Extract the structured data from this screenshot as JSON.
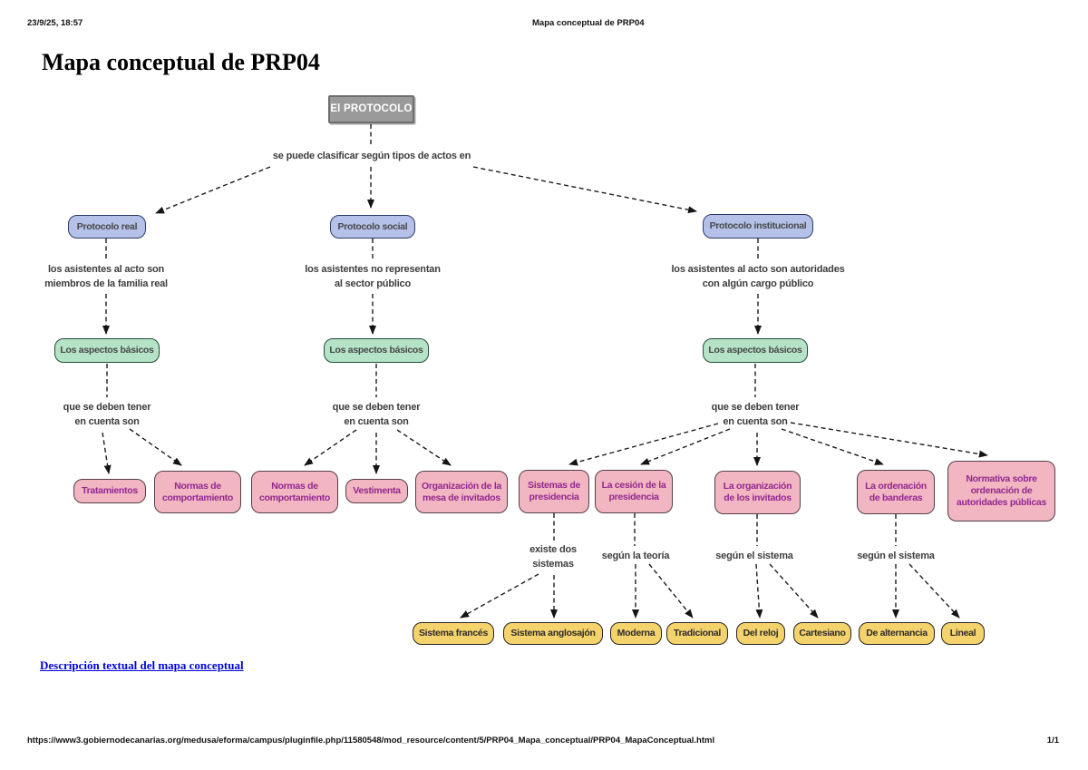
{
  "page": {
    "header": {
      "datetime": "23/9/25, 18:57",
      "title": "Mapa conceptual de PRP04"
    },
    "title": "Mapa conceptual de PRP04",
    "link_label": "Descripción textual del mapa conceptual",
    "footer": {
      "url": "https://www3.gobiernodecanarias.org/medusa/eforma/campus/pluginfile.php/11580548/mod_resource/content/5/PRP04_Mapa_conceptual/PRP04_MapaConceptual.html",
      "page_number": "1/1"
    }
  },
  "map": {
    "nodes": {
      "root": "El PROTOCOLO",
      "protocolo_real": "Protocolo real",
      "protocolo_social": "Protocolo social",
      "protocolo_institucional": "Protocolo institucional",
      "aspectos_basicos": "Los aspectos básicos",
      "tratamientos": "Tratamientos",
      "normas_comportamiento": "Normas de comportamiento",
      "vestimenta": "Vestimenta",
      "organizacion_mesa": "Organización de la mesa de invitados",
      "sistemas_presidencia": "Sistemas de presidencia",
      "cesion_presidencia": "La cesión de la presidencia",
      "organizacion_invitados": "La organización de los invitados",
      "ordenacion_banderas": "La ordenación de banderas",
      "normativa": "Normativa sobre ordenación de autoridades públicas",
      "sistema_frances": "Sistema francés",
      "sistema_anglosajon": "Sistema anglosajón",
      "moderna": "Moderna",
      "tradicional": "Tradicional",
      "del_reloj": "Del reloj",
      "cartesiano": "Cartesiano",
      "de_alternancia": "De alternancia",
      "lineal": "Lineal"
    },
    "labels": {
      "classifier": "se puede clasificar según tipos de actos en",
      "desc_real": {
        "line1": "los asistentes al acto son",
        "line2": "miembros de la familia real"
      },
      "desc_social": {
        "line1": "los asistentes no representan",
        "line2": "al sector público"
      },
      "desc_institucional": {
        "line1": "los asistentes al acto son autoridades",
        "line2": "con algún cargo público"
      },
      "que_deben": {
        "line1": "que se deben tener",
        "line2": "en cuenta son"
      },
      "existe": {
        "line1": "existe dos",
        "line2": "sistemas"
      },
      "teoria": "según la teoría",
      "sistema": "según el sistema"
    },
    "colors": {
      "root_bg": "#9a9a9a",
      "blue_bg": "#b5c1e9",
      "green_bg": "#b5e3c7",
      "pink_bg": "#f1b6c2",
      "pink_text": "#93278f",
      "yellow_bg": "#f4d26c",
      "link_blue": "#0000e0"
    }
  }
}
